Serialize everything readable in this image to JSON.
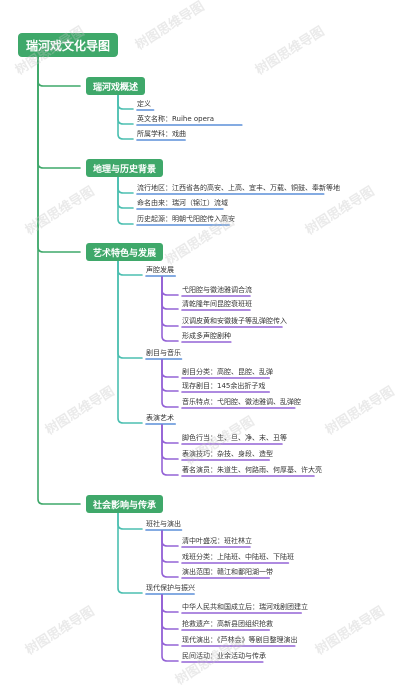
{
  "root": {
    "label": "瑞河戏文化导图"
  },
  "branches": [
    {
      "label": "瑞河戏概述",
      "children": [
        {
          "label": "定义",
          "children": []
        },
        {
          "label": "英文名称：Ruihe opera",
          "children": []
        },
        {
          "label": "所属学科：戏曲",
          "children": []
        }
      ]
    },
    {
      "label": "地理与历史背景",
      "children": [
        {
          "label": "流行地区：江西省各的高安、上高、宜丰、万载、铜鼓、奉新等地",
          "children": []
        },
        {
          "label": "命名由来：瑞河（锦江）流域",
          "children": []
        },
        {
          "label": "历史起源：明朝弋阳腔传入高安",
          "children": []
        }
      ]
    },
    {
      "label": "艺术特色与发展",
      "children": [
        {
          "label": "声腔发展",
          "children": [
            {
              "label": "弋阳腔与徽池雅调合流"
            },
            {
              "label": "清乾隆年间昆腔衰班班"
            },
            {
              "label": "汉调皮黄和安徽拨子等乱弹腔传入"
            },
            {
              "label": "形成多声腔剧种"
            }
          ]
        },
        {
          "label": "剧目与音乐",
          "children": [
            {
              "label": "剧目分类：高腔、昆腔、乱弹"
            },
            {
              "label": "现存剧目：145余出折子戏"
            },
            {
              "label": "音乐特点：弋阳腔、徽池雅调、乱弹腔"
            }
          ]
        },
        {
          "label": "表演艺术",
          "children": [
            {
              "label": "脚色行当：生、旦、净、末、丑等"
            },
            {
              "label": "表演技巧：杂技、身段、造型"
            },
            {
              "label": "著名演员：朱道生、何路雨、何厚基、许大亮"
            }
          ]
        }
      ]
    },
    {
      "label": "社会影响与传承",
      "children": [
        {
          "label": "班社与演出",
          "children": [
            {
              "label": "清中叶盛况：班社林立"
            },
            {
              "label": "戏班分类：上陆班、中陆班、下陆班"
            },
            {
              "label": "演出范围：赣江和鄱阳湖一带"
            }
          ]
        },
        {
          "label": "现代保护与振兴",
          "children": [
            {
              "label": "中华人民共和国成立后：瑞河戏剧团建立"
            },
            {
              "label": "抢救遗产：高新县团组织抢救"
            },
            {
              "label": "现代演出：《芦林会》等剧目整理演出"
            },
            {
              "label": "民间活动：业余活动与传承"
            }
          ]
        }
      ]
    }
  ],
  "watermark": {
    "text": "树图思维导图"
  },
  "colors": {
    "green": "#3fa86a",
    "teal": "#4bbfb0",
    "blue": "#5b8fd8",
    "purple": "#9463d6"
  }
}
